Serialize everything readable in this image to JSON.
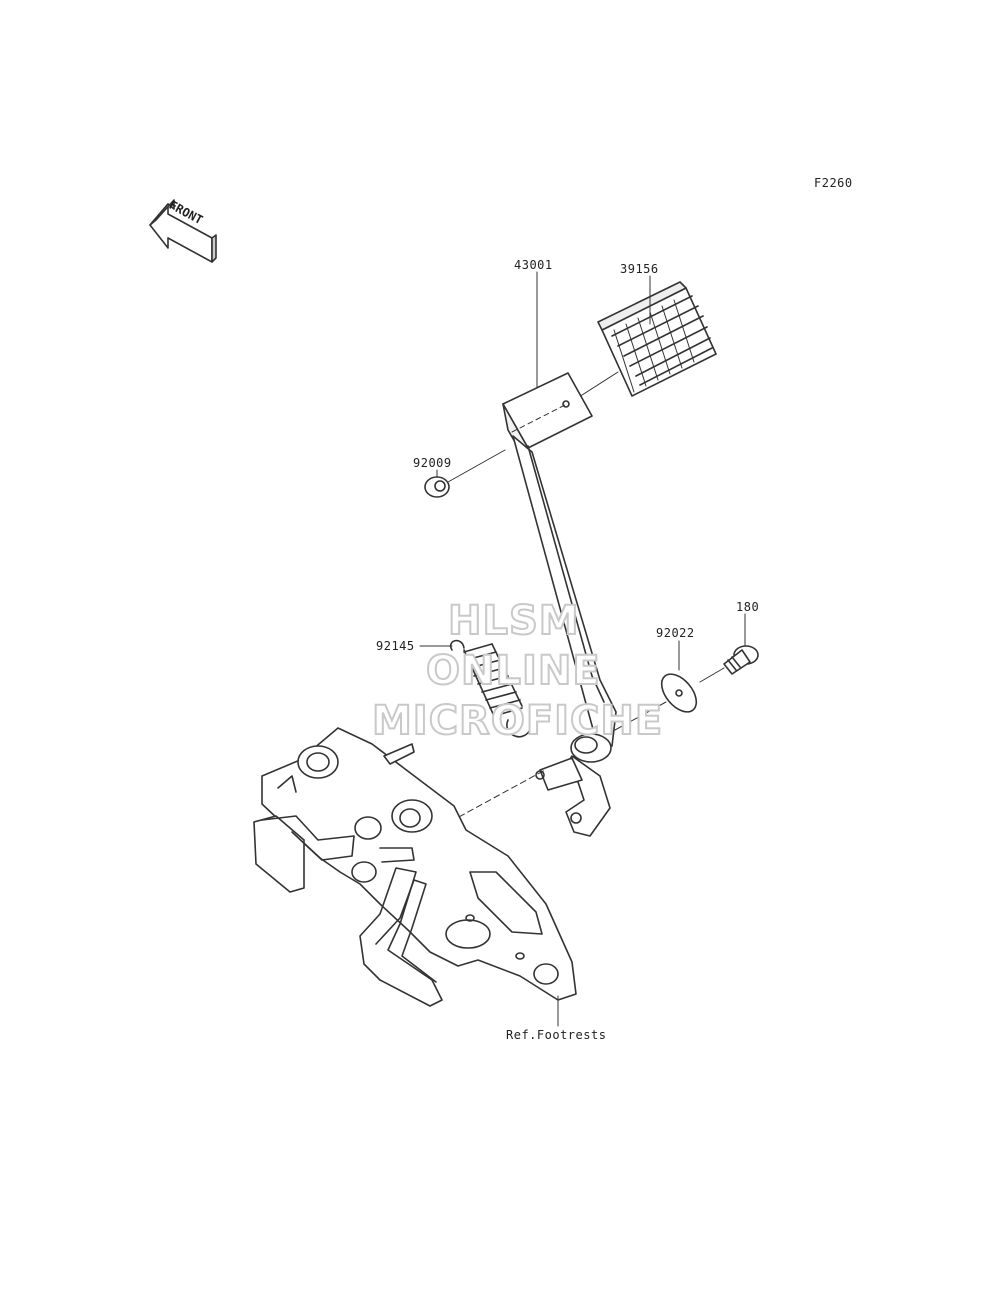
{
  "diagram_code": "F2260",
  "direction_arrow": {
    "label": "FRONT",
    "icon": "front-arrow-icon"
  },
  "parts": [
    {
      "number": "39156"
    },
    {
      "number": "43001"
    },
    {
      "number": "92009"
    },
    {
      "number": "92145"
    },
    {
      "number": "180"
    },
    {
      "number": "92022"
    }
  ],
  "reference_note": "Ref.Footrests",
  "watermark": {
    "line1": "HLSM",
    "line2": "ONLINE",
    "line3": "MICROFICHE"
  },
  "colors": {
    "line": "#333333",
    "watermark_stroke": "#c9c9c9"
  }
}
